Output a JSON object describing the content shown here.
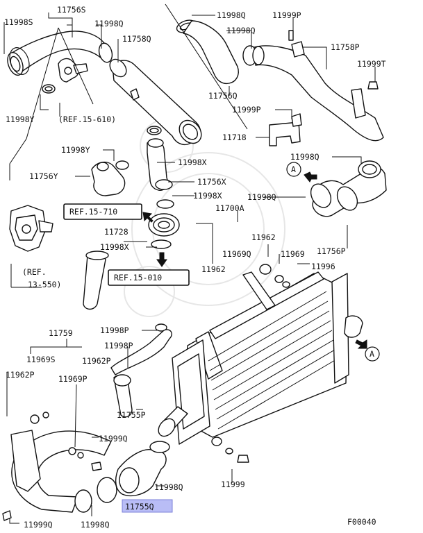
{
  "diagram_id": "F00040",
  "highlighted_part": "11755Q",
  "colors": {
    "highlight": "#b9bdf6",
    "ink": "#111111"
  },
  "callout_marker": "A",
  "labels": {
    "p11756S": "11756S",
    "p11998S": "11998S",
    "p11998Q_a": "11998Q",
    "p11758Q": "11758Q",
    "p11998Q_top": "11998Q",
    "p11999P_top": "11999P",
    "p11998Q_b": "11998Q",
    "p11758P": "11758P",
    "p11999T": "11999T",
    "p11756Q": "11756Q",
    "p11999P_mid": "11999P",
    "p11718": "11718",
    "p11998Y_a": "11998Y",
    "ref_15_610": "(REF.15-610)",
    "p11998Y_b": "11998Y",
    "p11998X_a": "11998X",
    "p11998Q_c": "11998Q",
    "p11756Y": "11756Y",
    "p11756X": "11756X",
    "p11998X_b": "11998X",
    "p11998Q_d": "11998Q",
    "p11700A": "11700A",
    "ref_15_710": "REF.15-710",
    "p11728": "11728",
    "p11962_a": "11962",
    "p11969Q": "11969Q",
    "p11969": "11969",
    "p11756P": "11756P",
    "p11998X_c": "11998X",
    "p11962_b": "11962",
    "p11996": "11996",
    "ref_15_010": "REF.15-010",
    "ref_13_550_a": "(REF.",
    "ref_13_550_b": "13-550)",
    "p11759": "11759",
    "p11998P_a": "11998P",
    "p11998P_b": "11998P",
    "p11969S": "11969S",
    "p11962P_a": "11962P",
    "p11962P_b": "11962P",
    "p11969P": "11969P",
    "p11755P": "11755P",
    "p11999Q_a": "11999Q",
    "p11998Q_e": "11998Q",
    "p11999": "11999",
    "p11755Q": "11755Q",
    "p11999Q_b": "11999Q",
    "p11998Q_f": "11998Q",
    "footer": "F00040"
  }
}
